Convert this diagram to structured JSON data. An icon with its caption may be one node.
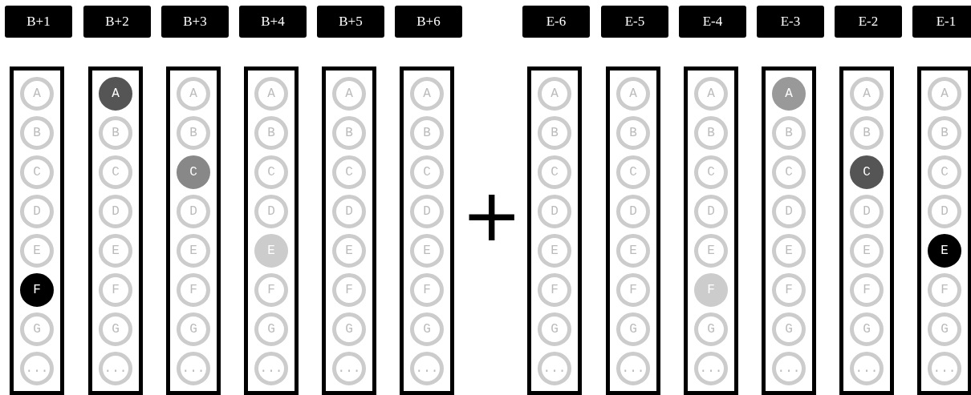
{
  "diagram": {
    "nodes": [
      {
        "text": [
          "B+1"
        ]
      },
      {
        "text": [
          "B+2"
        ]
      },
      {
        "text": [
          "B+3"
        ]
      },
      {
        "text": [
          "B+4"
        ]
      },
      {
        "text": [
          "B+5"
        ]
      },
      {
        "text": [
          "B+6"
        ]
      },
      {
        "text": [
          "E-6"
        ]
      },
      {
        "text": [
          "E-5"
        ]
      },
      {
        "text": [
          "E-4"
        ]
      },
      {
        "text": [
          "E-3"
        ]
      },
      {
        "text": [
          "E-2"
        ]
      },
      {
        "text": [
          "E-1"
        ]
      },
      {
        "text": [],
        "shape": "box"
      },
      {
        "text": [
          "A"
        ],
        "in": 12
      },
      {
        "text": [
          "B"
        ],
        "in": 12
      },
      {
        "text": [
          "C"
        ],
        "in": 12
      },
      {
        "text": [
          "D"
        ],
        "in": 12
      },
      {
        "text": [
          "E"
        ],
        "in": 12
      },
      {
        "text": [
          "F"
        ],
        "in": 12
      },
      {
        "text": [
          "G"
        ],
        "in": 12
      },
      {
        "text": [
          "..."
        ],
        "in": 12
      },
      {
        "text": [],
        "shape": "box"
      },
      {
        "text": [
          "A"
        ],
        "in": 21
      },
      {
        "text": [
          "B"
        ],
        "in": 21
      },
      {
        "text": [
          "C"
        ],
        "in": 21
      },
      {
        "text": [
          "D"
        ],
        "in": 21
      },
      {
        "text": [
          "E"
        ],
        "in": 21
      },
      {
        "text": [
          "F"
        ],
        "in": 21
      },
      {
        "text": [
          "G"
        ],
        "in": 21
      },
      {
        "text": [
          "..."
        ],
        "in": 21
      },
      {
        "text": [],
        "shape": "box"
      },
      {
        "text": [
          "A"
        ],
        "in": 30
      },
      {
        "text": [
          "B"
        ],
        "in": 30
      },
      {
        "text": [
          "C"
        ],
        "in": 30
      },
      {
        "text": [
          "D"
        ],
        "in": 30
      },
      {
        "text": [
          "E"
        ],
        "in": 30
      },
      {
        "text": [
          "F"
        ],
        "in": 30
      },
      {
        "text": [
          "G"
        ],
        "in": 30
      },
      {
        "text": [
          "..."
        ],
        "in": 30
      },
      {
        "text": [],
        "shape": "box"
      },
      {
        "text": [
          "A"
        ],
        "in": 39
      },
      {
        "text": [
          "B"
        ],
        "in": 39
      },
      {
        "text": [
          "C"
        ],
        "in": 39
      },
      {
        "text": [
          "D"
        ],
        "in": 39
      },
      {
        "text": [
          "E"
        ],
        "in": 39
      },
      {
        "text": [
          "F"
        ],
        "in": 39
      },
      {
        "text": [
          "G"
        ],
        "in": 39
      },
      {
        "text": [
          "..."
        ],
        "in": 39
      },
      {
        "text": [],
        "shape": "box"
      },
      {
        "text": [
          "A"
        ],
        "in": 48
      },
      {
        "text": [
          "B"
        ],
        "in": 48
      },
      {
        "text": [
          "C"
        ],
        "in": 48
      },
      {
        "text": [
          "D"
        ],
        "in": 48
      },
      {
        "text": [
          "E"
        ],
        "in": 48
      },
      {
        "text": [
          "F"
        ],
        "in": 48
      },
      {
        "text": [
          "G"
        ],
        "in": 48
      },
      {
        "text": [
          "..."
        ],
        "in": 48
      },
      {
        "text": [],
        "shape": "box"
      },
      {
        "text": [
          "A"
        ],
        "in": 57
      },
      {
        "text": [
          "B"
        ],
        "in": 57
      },
      {
        "text": [
          "C"
        ],
        "in": 57
      },
      {
        "text": [
          "D"
        ],
        "in": 57
      },
      {
        "text": [
          "E"
        ],
        "in": 57
      },
      {
        "text": [
          "F"
        ],
        "in": 57
      },
      {
        "text": [
          "G"
        ],
        "in": 57
      },
      {
        "text": [
          "..."
        ],
        "in": 57
      },
      {
        "text": [],
        "shape": "box"
      },
      {
        "text": [
          "A"
        ],
        "in": 66
      },
      {
        "text": [
          "B"
        ],
        "in": 66
      },
      {
        "text": [
          "C"
        ],
        "in": 66
      },
      {
        "text": [
          "D"
        ],
        "in": 66
      },
      {
        "text": [
          "E"
        ],
        "in": 66
      },
      {
        "text": [
          "F"
        ],
        "in": 66
      },
      {
        "text": [
          "G"
        ],
        "in": 66
      },
      {
        "text": [
          "..."
        ],
        "in": 66
      },
      {
        "text": [],
        "shape": "box"
      },
      {
        "text": [
          "A"
        ],
        "in": 75
      },
      {
        "text": [
          "B"
        ],
        "in": 75
      },
      {
        "text": [
          "C"
        ],
        "in": 75
      },
      {
        "text": [
          "D"
        ],
        "in": 75
      },
      {
        "text": [
          "E"
        ],
        "in": 75
      },
      {
        "text": [
          "F"
        ],
        "in": 75
      },
      {
        "text": [
          "G"
        ],
        "in": 75
      },
      {
        "text": [
          "..."
        ],
        "in": 75
      },
      {
        "text": [],
        "shape": "box"
      },
      {
        "text": [
          "A"
        ],
        "in": 84
      },
      {
        "text": [
          "B"
        ],
        "in": 84
      },
      {
        "text": [
          "C"
        ],
        "in": 84
      },
      {
        "text": [
          "D"
        ],
        "in": 84
      },
      {
        "text": [
          "E"
        ],
        "in": 84
      },
      {
        "text": [
          "F"
        ],
        "in": 84
      },
      {
        "text": [
          "G"
        ],
        "in": 84
      },
      {
        "text": [
          "..."
        ],
        "in": 84
      },
      {
        "text": [],
        "shape": "box"
      },
      {
        "text": [
          "A"
        ],
        "in": 93
      },
      {
        "text": [
          "B"
        ],
        "in": 93
      },
      {
        "text": [
          "C"
        ],
        "in": 93
      },
      {
        "text": [
          "D"
        ],
        "in": 93
      },
      {
        "text": [
          "E"
        ],
        "in": 93
      },
      {
        "text": [
          "F"
        ],
        "in": 93
      },
      {
        "text": [
          "G"
        ],
        "in": 93
      },
      {
        "text": [
          "..."
        ],
        "in": 93
      },
      {
        "text": [],
        "shape": "box"
      },
      {
        "text": [
          "A"
        ],
        "in": 102
      },
      {
        "text": [
          "B"
        ],
        "in": 102
      },
      {
        "text": [
          "C"
        ],
        "in": 102
      },
      {
        "text": [
          "D"
        ],
        "in": 102
      },
      {
        "text": [
          "E"
        ],
        "in": 102
      },
      {
        "text": [
          "F"
        ],
        "in": 102
      },
      {
        "text": [
          "G"
        ],
        "in": 102
      },
      {
        "text": [
          "..."
        ],
        "in": 102
      },
      {
        "text": [],
        "shape": "box"
      },
      {
        "text": [
          "A"
        ],
        "in": 111
      },
      {
        "text": [
          "B"
        ],
        "in": 111
      },
      {
        "text": [
          "C"
        ],
        "in": 111
      },
      {
        "text": [
          "D"
        ],
        "in": 111
      },
      {
        "text": [
          "E"
        ],
        "in": 111
      },
      {
        "text": [
          "F"
        ],
        "in": 111
      },
      {
        "text": [
          "G"
        ],
        "in": 111
      },
      {
        "text": [
          "..."
        ],
        "in": 111
      }
    ],
    "labels": [
      "+"
    ]
  }
}
